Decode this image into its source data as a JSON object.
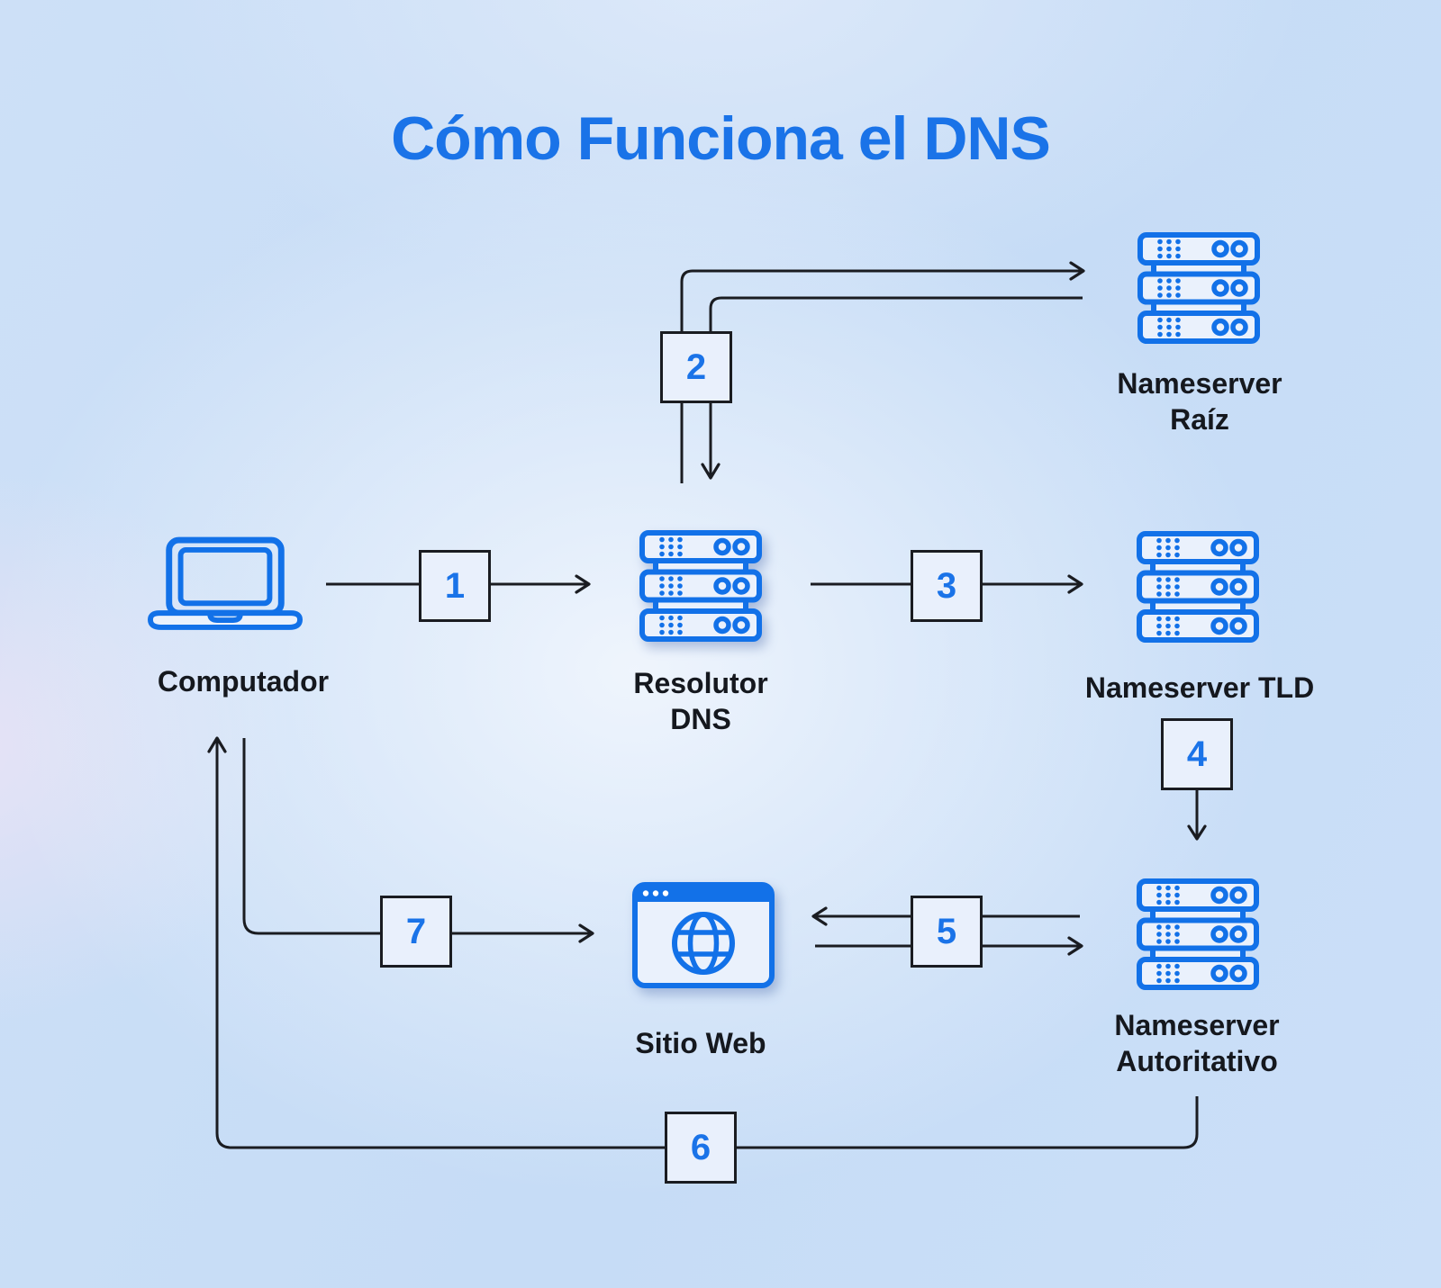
{
  "title": "Cómo Funciona el DNS",
  "colors": {
    "accent": "#1a73e8",
    "icon": "#1271e8",
    "icon_fill": "#eaf1fc",
    "line": "#1a1c21",
    "label": "#15181e"
  },
  "nodes": {
    "computer": {
      "label": "Computador",
      "icon": "laptop-icon"
    },
    "resolver": {
      "lines": [
        "Resolutor",
        "DNS"
      ],
      "icon": "dns-server-icon"
    },
    "root": {
      "lines": [
        "Nameserver",
        "Raíz"
      ],
      "icon": "dns-server-icon"
    },
    "tld": {
      "lines": [
        "Nameserver TLD"
      ],
      "icon": "dns-server-icon"
    },
    "authoritative": {
      "lines": [
        "Nameserver",
        "Autoritativo"
      ],
      "icon": "dns-server-icon"
    },
    "website": {
      "lines": [
        "Sitio Web"
      ],
      "icon": "browser-globe-icon"
    }
  },
  "steps": [
    "1",
    "2",
    "3",
    "4",
    "5",
    "6",
    "7"
  ]
}
